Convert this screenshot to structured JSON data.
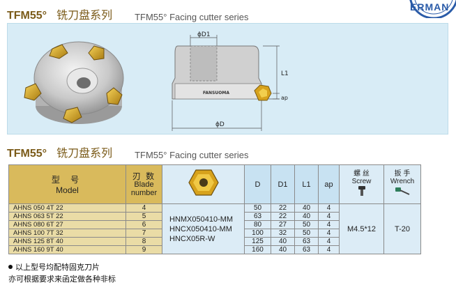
{
  "logo": {
    "text": "ERMAN",
    "icon": "brand-seal-icon"
  },
  "heading_top": {
    "code": "TFM55°",
    "cn": "铣刀盘系列",
    "en": "TFM55° Facing cutter series"
  },
  "drawing": {
    "label_d1": "ϕD1",
    "label_l1": "L1",
    "label_ap": "ap",
    "label_d": "ϕD",
    "brand": "FANSUOMA"
  },
  "heading_table": {
    "code": "TFM55°",
    "cn": "铣刀盘系列",
    "en": "TFM55° Facing cutter series"
  },
  "table": {
    "header": {
      "model_cn": "型 号",
      "model_en": "Model",
      "blade_cn": "刃 数",
      "blade_en_1": "Blade",
      "blade_en_2": "number",
      "d": "D",
      "d1": "D1",
      "l1": "L1",
      "ap": "ap",
      "screw_cn": "螺 丝",
      "screw_en": "Screw",
      "wrench_cn": "扳 手",
      "wrench_en": "Wrench"
    },
    "rows": [
      {
        "model": "AHNS 050 4T 22",
        "blade": "4",
        "d": "50",
        "d1": "22",
        "l1": "40",
        "ap": "4"
      },
      {
        "model": "AHNS 063 5T 22",
        "blade": "5",
        "d": "63",
        "d1": "22",
        "l1": "40",
        "ap": "4"
      },
      {
        "model": "AHNS 080 6T 27",
        "blade": "6",
        "d": "80",
        "d1": "27",
        "l1": "50",
        "ap": "4"
      },
      {
        "model": "AHNS 100 7T 32",
        "blade": "7",
        "d": "100",
        "d1": "32",
        "l1": "50",
        "ap": "4"
      },
      {
        "model": "AHNS 125 8T 40",
        "blade": "8",
        "d": "125",
        "d1": "40",
        "l1": "63",
        "ap": "4"
      },
      {
        "model": "AHNS 160 9T 40",
        "blade": "9",
        "d": "160",
        "d1": "40",
        "l1": "63",
        "ap": "4"
      }
    ],
    "inserts": [
      "HNMX050410-MM",
      "HNCX050410-MM",
      "HNCX05R-W"
    ],
    "screw": "M4.5*12",
    "wrench": "T-20"
  },
  "notes": {
    "line1": "以上型号均配特固克刀片",
    "line2": "亦可根据要求来函定做各种非标"
  },
  "colors": {
    "header_gold": "#d9ba5c",
    "row_tan": "#eadca6",
    "panel_blue": "#d8ecf6",
    "title_brown": "#7a5a18",
    "insert_gold": "#d7a21c"
  }
}
